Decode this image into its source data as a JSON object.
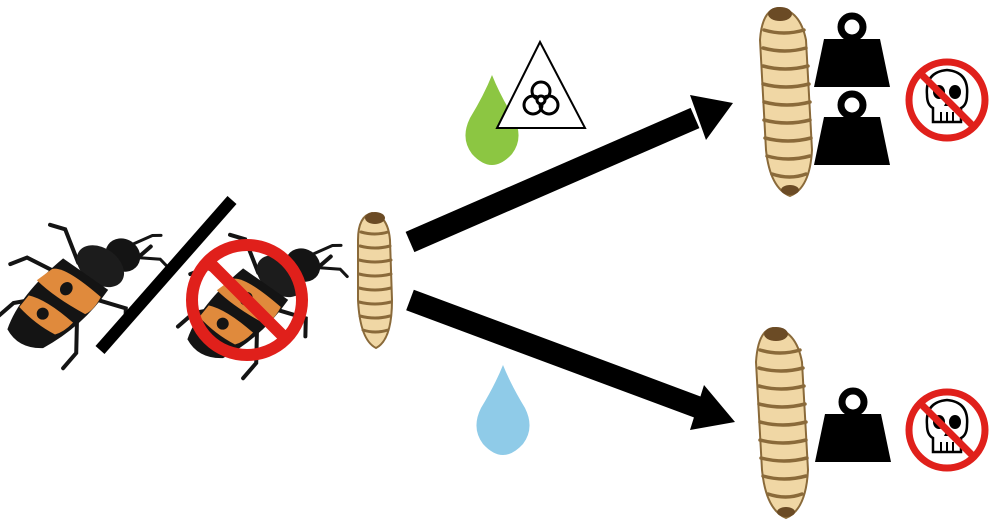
{
  "figure": {
    "panels": [
      {
        "id": "left-parental-care",
        "items": [
          "beetle-with-care",
          "slash-divider",
          "beetle-no-care"
        ]
      },
      {
        "id": "center-larva",
        "items": [
          "larva-initial"
        ]
      },
      {
        "id": "treatment-top",
        "items": [
          "green-droplet",
          "biohazard-icon",
          "arrow-up-right"
        ]
      },
      {
        "id": "treatment-bottom",
        "items": [
          "blue-droplet",
          "arrow-down-right"
        ]
      },
      {
        "id": "outcome-top",
        "items": [
          "large-larva-top",
          "weight-icon",
          "weight-icon",
          "no-death-icon"
        ]
      },
      {
        "id": "outcome-bottom",
        "items": [
          "large-larva-bottom",
          "weight-icon",
          "no-death-icon"
        ]
      }
    ],
    "icons": {
      "beetle": "beetle-icon",
      "larva": "larva-icon",
      "prohibition": "prohibition-icon",
      "droplet": "droplet-icon",
      "biohazard": "biohazard-icon",
      "weight": "weight-icon",
      "skull": "skull-icon"
    },
    "colors": {
      "beetle_body": "#141414",
      "beetle_band": "#e08a3c",
      "prohibition_red": "#e0201b",
      "arrow": "#000000",
      "droplet_green": "#8cc642",
      "droplet_blue": "#8fcbe8",
      "larva_light": "#f0d7a5",
      "larva_dark": "#8a6a3a",
      "weight": "#000000"
    }
  }
}
